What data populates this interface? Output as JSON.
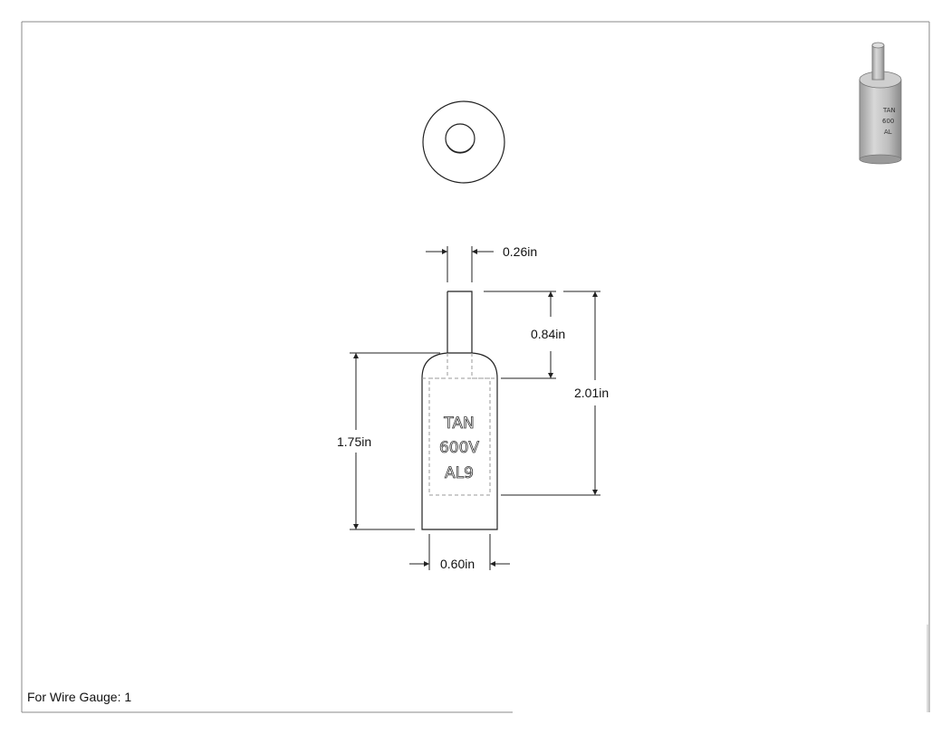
{
  "dimensions": {
    "tip_width": "0.26in",
    "tip_length": "0.84in",
    "overall_length": "2.01in",
    "barrel_length": "1.75in",
    "barrel_width": "0.60in"
  },
  "marking": {
    "line1": "TAN",
    "line2": "600V",
    "line3": "AL9"
  },
  "iso_marking": {
    "line1": "TAN",
    "line2": "600",
    "line3": "AL"
  },
  "note": "For Wire Gauge: 1",
  "colors": {
    "line": "#222222",
    "hidden_line": "#999999",
    "frame": "#888888",
    "iso_body": "#c8c8c8"
  }
}
